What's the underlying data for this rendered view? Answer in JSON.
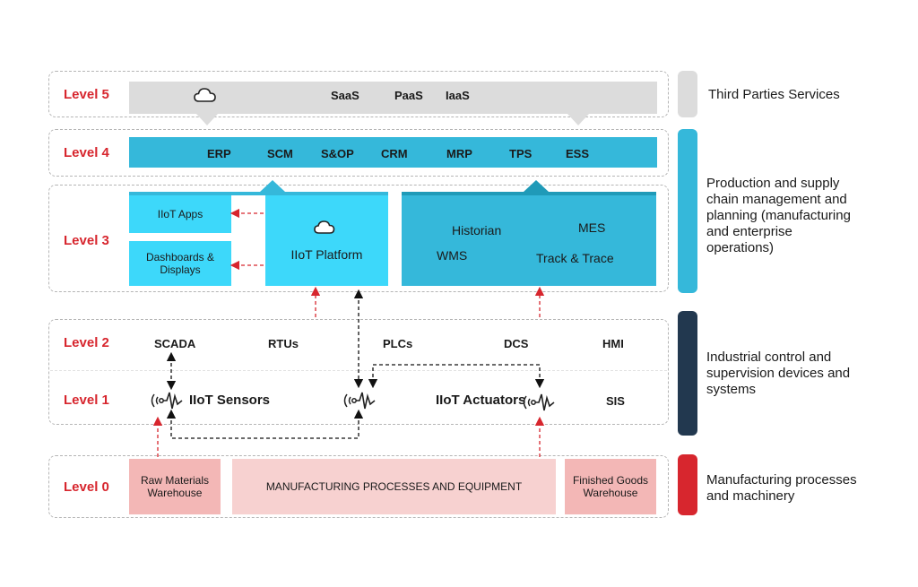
{
  "levels": {
    "l5": "Level 5",
    "l4": "Level 4",
    "l3": "Level 3",
    "l2": "Level 2",
    "l1": "Level 1",
    "l0": "Level 0"
  },
  "level5": {
    "items": [
      "SaaS",
      "PaaS",
      "IaaS"
    ]
  },
  "level4": {
    "items": [
      "ERP",
      "SCM",
      "S&OP",
      "CRM",
      "MRP",
      "TPS",
      "ESS"
    ]
  },
  "level3": {
    "apps": "IIoT Apps",
    "dashboards": "Dashboards & Displays",
    "platform": "IIoT Platform",
    "historian": "Historian",
    "mes": "MES",
    "wms": "WMS",
    "track": "Track & Trace"
  },
  "level2": {
    "items": [
      "SCADA",
      "RTUs",
      "PLCs",
      "DCS",
      "HMI"
    ]
  },
  "level1": {
    "sensors": "IIoT Sensors",
    "actuators": "IIoT Actuators",
    "sis": "SIS"
  },
  "level0": {
    "raw": "Raw Materials Warehouse",
    "processes": "MANUFACTURING PROCESSES AND EQUIPMENT",
    "finished": "Finished Goods Warehouse"
  },
  "side": {
    "third_party": "Third Parties Services",
    "production": "Production and supply chain management and planning (manufacturing and enterprise operations)",
    "industrial": "Industrial control and supervision devices and systems",
    "manufacturing": "Manufacturing processes and machinery"
  },
  "colors": {
    "level_label": "#d7262e",
    "gray": "#dcdcdc",
    "cyan": "#35b8da",
    "light_cyan": "#3dd8fa",
    "navy": "#22384f",
    "red": "#d7262e",
    "pink": "#f3b7b6",
    "light_pink": "#f7d1d0"
  }
}
